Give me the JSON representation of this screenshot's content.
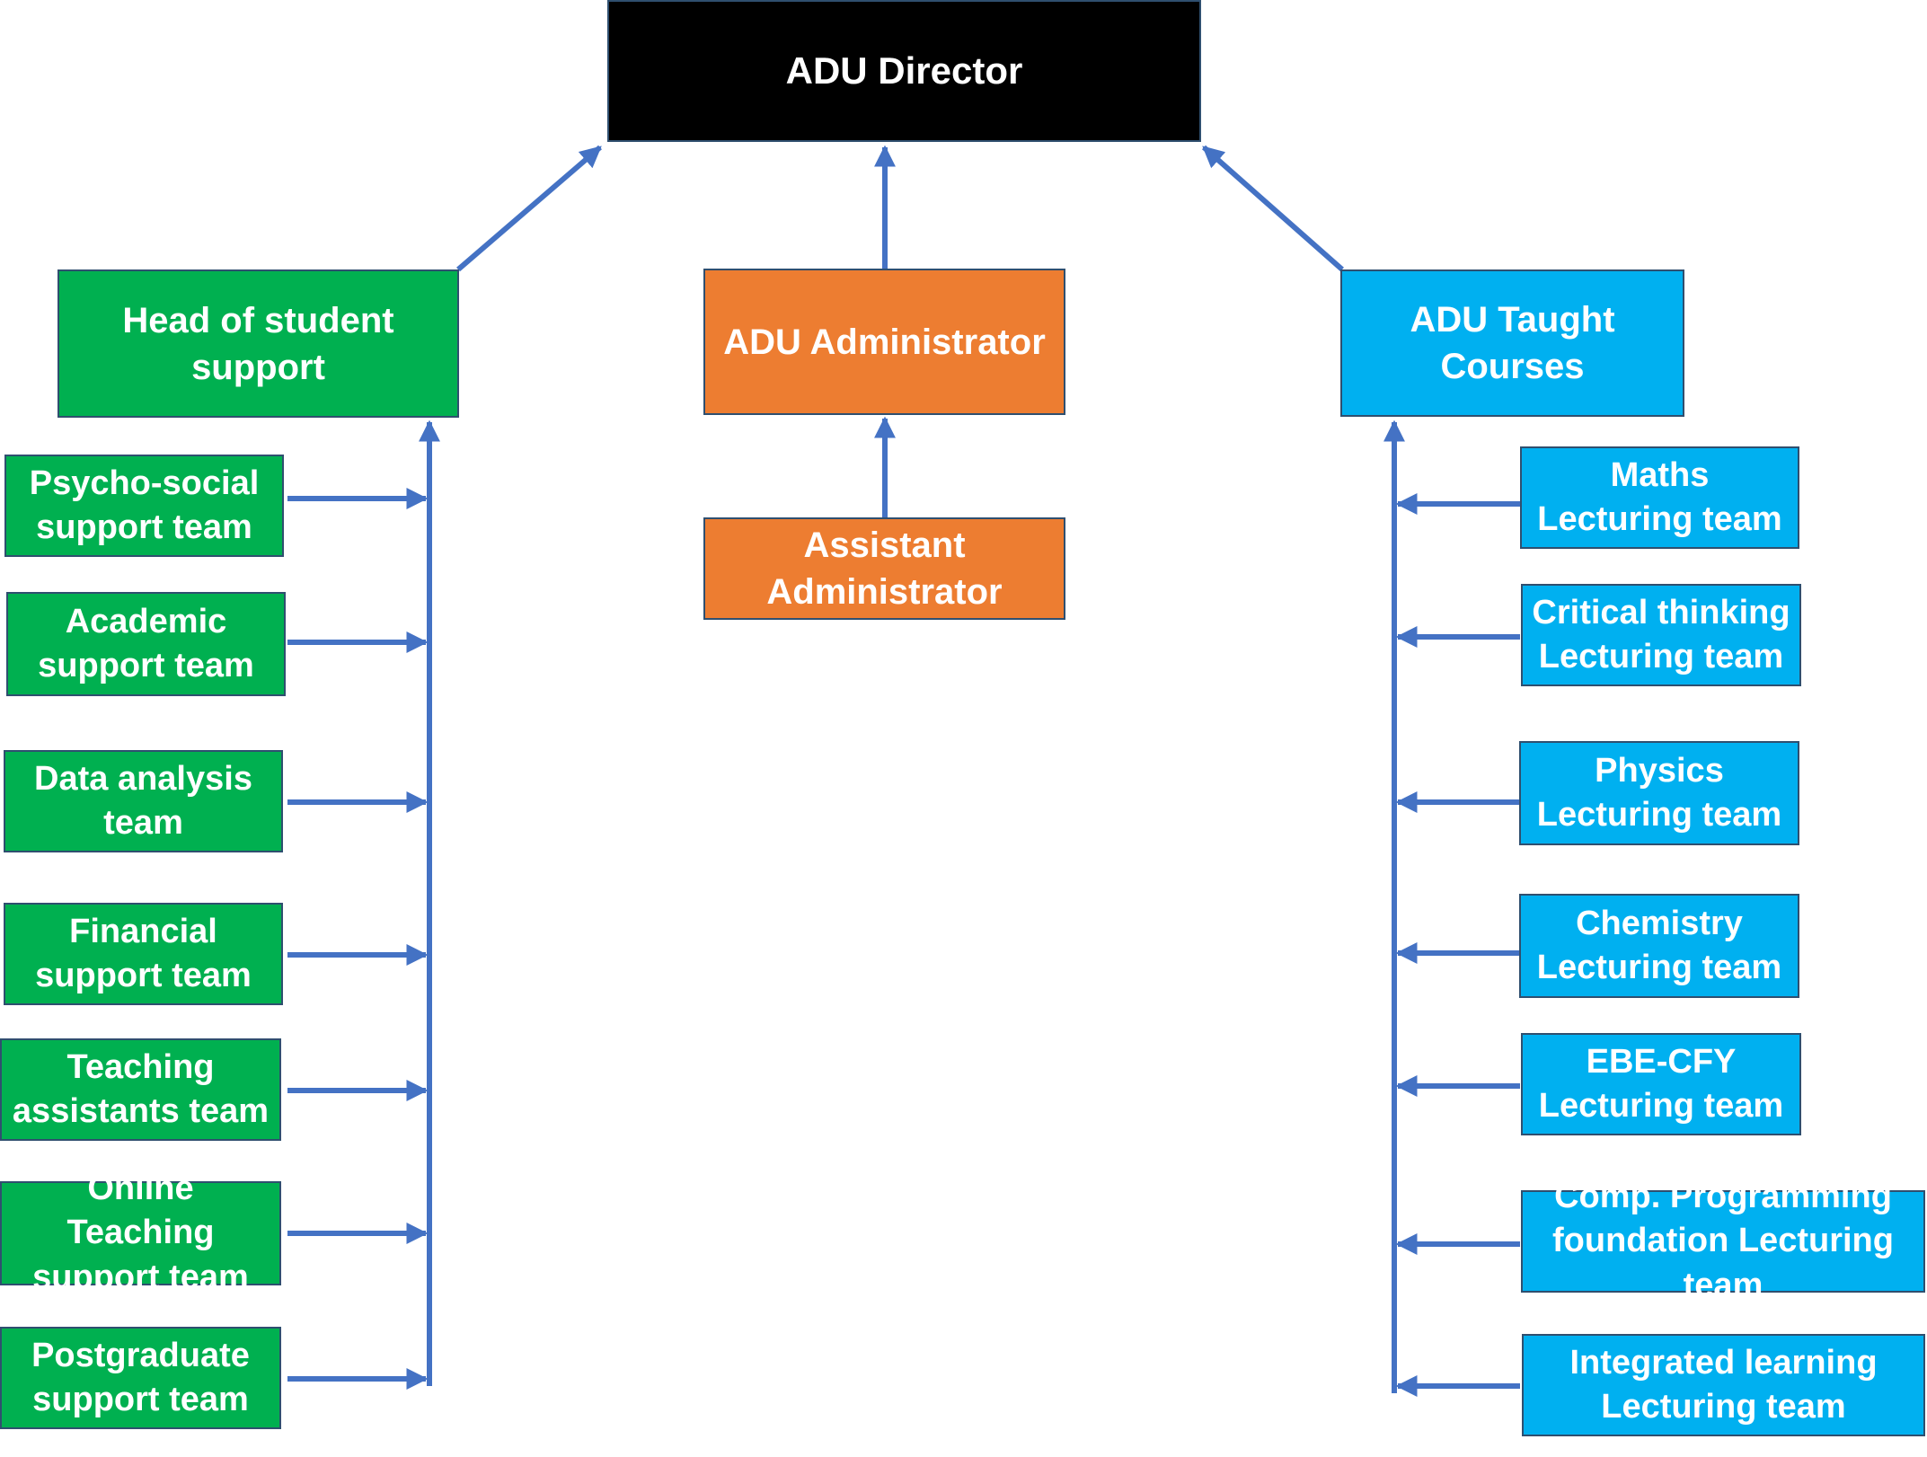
{
  "colors": {
    "director": "#000000",
    "student_support": "#00b050",
    "administration": "#ed7d31",
    "taught_courses": "#00b0f0",
    "connector": "#4472c4",
    "text": "#ffffff"
  },
  "director": {
    "label": "ADU Director"
  },
  "student_support": {
    "head": "Head of student support",
    "teams": [
      "Psycho-social support team",
      "Academic support team",
      "Data analysis team",
      "Financial support team",
      "Teaching assistants team",
      "Online Teaching support team",
      "Postgraduate support team"
    ]
  },
  "administration": {
    "head": "ADU Administrator",
    "assistant": "Assistant Administrator"
  },
  "taught_courses": {
    "head": "ADU Taught Courses",
    "teams": [
      "Maths Lecturing team",
      "Critical thinking Lecturing team",
      "Physics Lecturing team",
      "Chemistry Lecturing team",
      "EBE-CFY Lecturing team",
      "Comp. Programming foundation Lecturing team",
      "Integrated learning Lecturing team"
    ]
  }
}
